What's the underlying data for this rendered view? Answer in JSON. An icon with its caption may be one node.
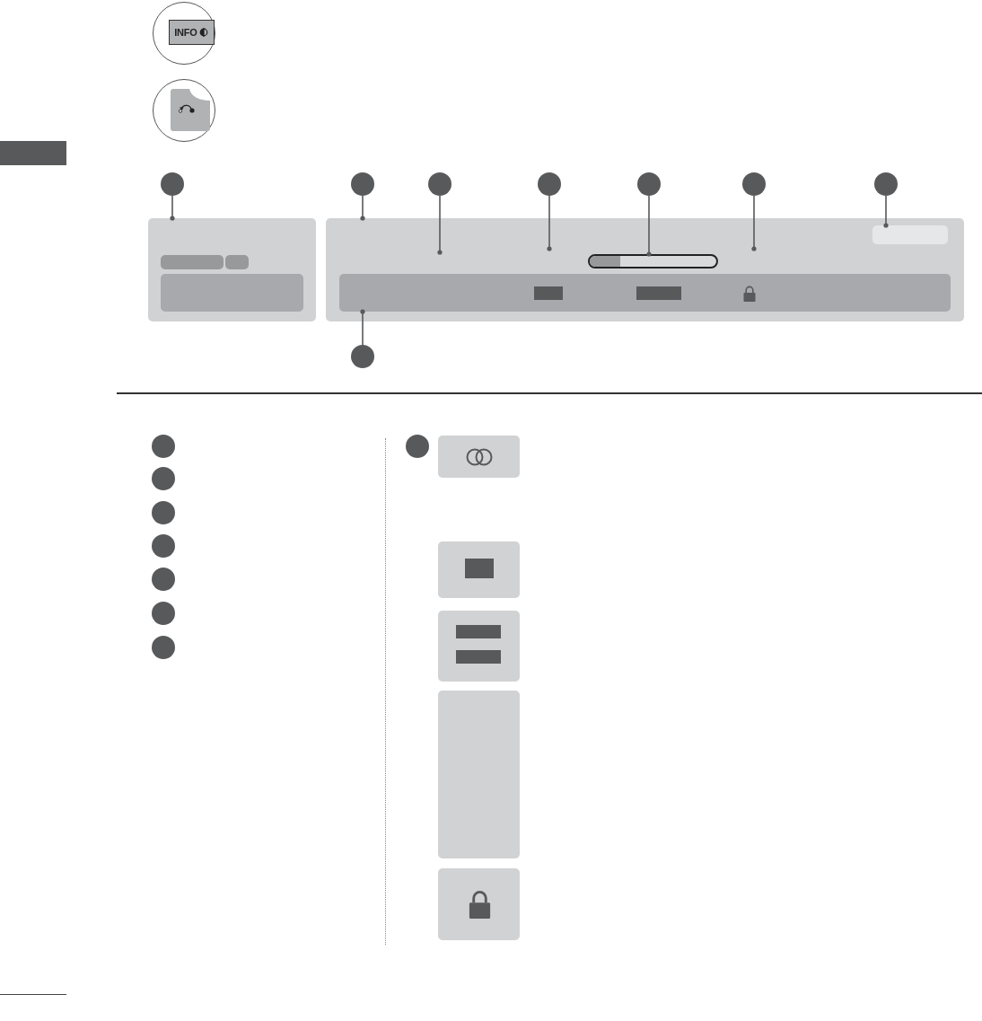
{
  "diagram": {
    "nodes": [
      {
        "text": [],
        "shape": "circle"
      },
      {
        "text": [],
        "shape": "circle"
      },
      {
        "text": [],
        "shape": "circle"
      },
      {
        "text": [],
        "shape": "circle"
      },
      {
        "text": [],
        "shape": "circle"
      },
      {
        "text": [],
        "shape": "circle"
      },
      {
        "text": [],
        "shape": "circle"
      },
      {
        "text": [],
        "shape": "box"
      },
      {
        "text": [],
        "shape": "box",
        "in": 7
      },
      {
        "text": [],
        "shape": "box",
        "in": 7
      },
      {
        "text": [],
        "shape": "box",
        "in": 7
      },
      {
        "text": [],
        "shape": "box"
      },
      {
        "text": [],
        "shape": "bar",
        "in": 11
      },
      {
        "text": [],
        "shape": "box",
        "in": 11
      },
      {
        "text": [],
        "shape": "box",
        "in": 11
      },
      {
        "text": [],
        "shape": "circle"
      },
      {
        "text": [],
        "shape": "circle"
      },
      {
        "text": [],
        "shape": "circle"
      },
      {
        "text": [],
        "shape": "circle"
      },
      {
        "text": [],
        "shape": "circle"
      },
      {
        "text": [],
        "shape": "circle"
      },
      {
        "text": [],
        "shape": "circle"
      },
      {
        "text": [],
        "shape": "circle"
      },
      {
        "text": [],
        "shape": "circle"
      },
      {
        "text": [],
        "shape": "box"
      },
      {
        "text": [],
        "shape": "box"
      },
      {
        "text": [],
        "shape": "box"
      },
      {
        "text": [],
        "shape": "box"
      },
      {
        "text": [],
        "shape": "box"
      }
    ],
    "edges": [
      {
        "from": 0,
        "to": 7,
        "arrow": "other"
      },
      {
        "from": 1,
        "to": 11,
        "arrow": "other"
      },
      {
        "from": 2,
        "to": 11,
        "arrow": "other"
      },
      {
        "from": 3,
        "to": 11,
        "arrow": "other"
      },
      {
        "from": 4,
        "to": 12,
        "arrow": "other"
      },
      {
        "from": 5,
        "to": 11,
        "arrow": "other"
      },
      {
        "from": 6,
        "to": 13,
        "arrow": "other"
      },
      {
        "from": 15,
        "to": 14,
        "arrow": "other"
      }
    ],
    "labels": [
      "INFO"
    ]
  }
}
